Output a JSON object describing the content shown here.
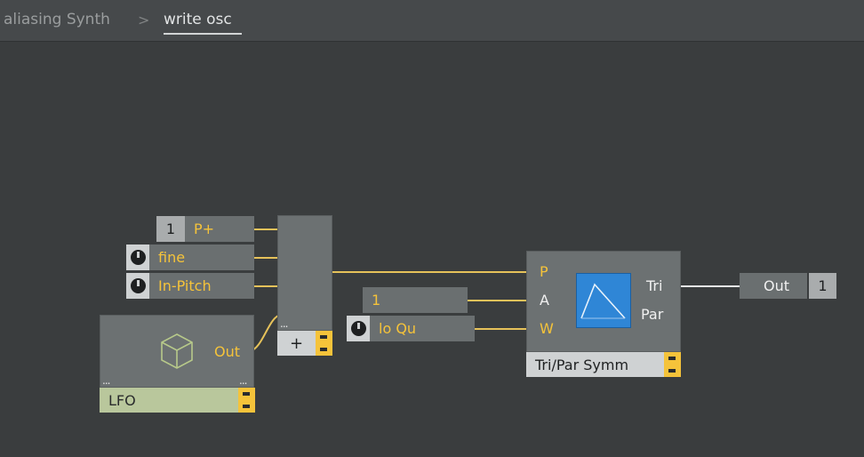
{
  "breadcrumb": {
    "parent": "aliasing Synth",
    "separator": ">",
    "current": "write osc"
  },
  "pitch_offset": {
    "value": "1",
    "label": "P+"
  },
  "fine": {
    "label": "fine"
  },
  "in_pitch": {
    "label": "In-Pitch"
  },
  "lfo": {
    "out_label": "Out",
    "name": "LFO",
    "dots": "..."
  },
  "add_module": {
    "label": "+",
    "dots": "..."
  },
  "amplitude": {
    "value": "1"
  },
  "lo_qu": {
    "label": "lo Qu"
  },
  "oscillator": {
    "name": "Tri/Par Symm",
    "inputs": [
      "P",
      "A",
      "W"
    ],
    "outputs": [
      "Tri",
      "Par"
    ]
  },
  "out_module": {
    "label": "Out",
    "channel": "1"
  },
  "colors": {
    "background": "#3a3d3e",
    "accent": "#f5c33a",
    "wire": "#e6c25a",
    "wire_white": "#e8e8e8"
  }
}
